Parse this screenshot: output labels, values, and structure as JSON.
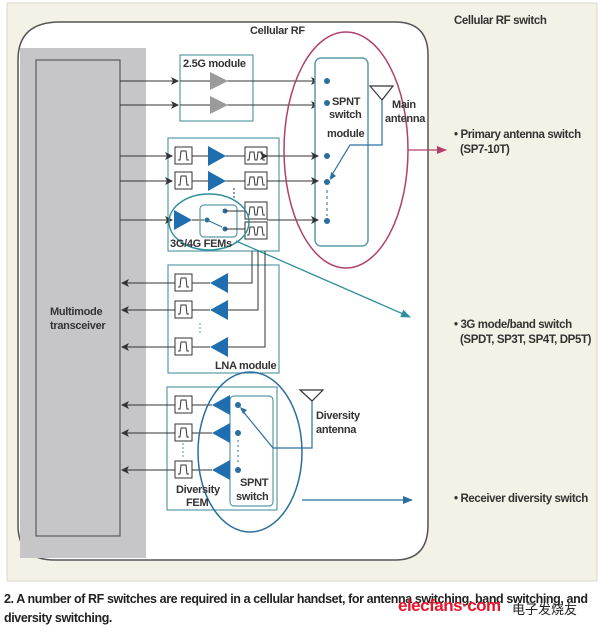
{
  "figure": {
    "outer_title": "Cellular RF switch",
    "inner_title": "Cellular RF",
    "transceiver_label": [
      "Multimode",
      "transceiver"
    ],
    "module_25g": "2.5G module",
    "ffem_label": "3G/4G FEMs",
    "lna_label": "LNA module",
    "spnt_module_label": [
      "SPNT",
      "switch",
      "module"
    ],
    "main_antenna_label": [
      "Main",
      "antenna"
    ],
    "diversity_antenna_label": [
      "Diversity",
      "antenna"
    ],
    "diversity_fem_label": [
      "Diversity",
      "FEM"
    ],
    "spnt_switch_label": [
      "SPNT",
      "switch"
    ],
    "callouts": [
      {
        "bullet": "•",
        "lines": [
          "Primary antenna switch",
          "(SP7-10T)"
        ],
        "color": "#b0406e"
      },
      {
        "bullet": "•",
        "lines": [
          "3G mode/band switch",
          "(SPDT, SP3T, SP4T, DP5T)"
        ],
        "color": "#2e8f9a"
      },
      {
        "bullet": "•",
        "lines": [
          "Receiver diversity switch"
        ],
        "color": "#2a6fa0"
      }
    ]
  },
  "caption": {
    "text": "2. A number of RF switches are required in a cellular handset, for antenna switching, band switching, and diversity switching."
  },
  "watermark": {
    "brand": "elecfans",
    "dot": "·",
    "suffix": "com",
    "cn": "电子发烧友"
  },
  "colors": {
    "background": "#f4f2e6",
    "panel": "#ffffff",
    "transceiver": "#c6c6c8",
    "module_border": "#5a9aaa",
    "blue_amp": "#1f6fb0",
    "gray_amp": "#9a9a9a",
    "primary_ellipse": "#b0406e",
    "ffem_ellipse": "#2e8f9a",
    "diversity_ellipse": "#2a6fa0"
  }
}
